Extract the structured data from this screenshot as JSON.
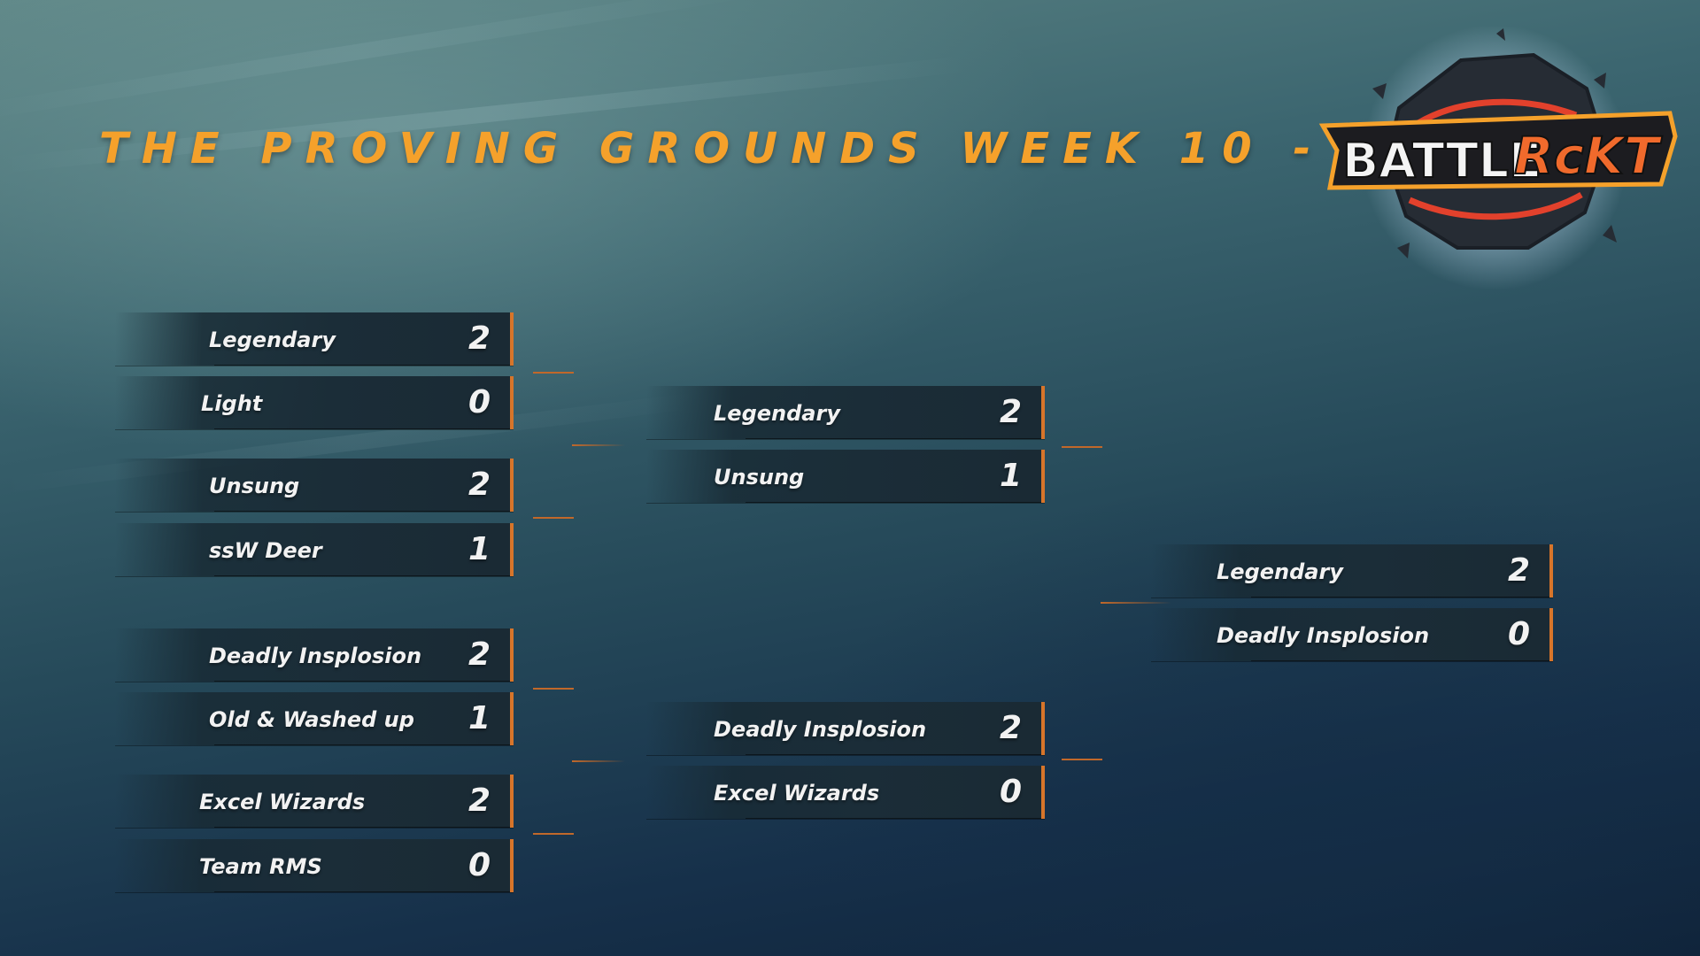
{
  "title": "THE PROVING GROUNDS WEEK 10 - NA",
  "logo": {
    "wordmark_left": "BATTLE",
    "wordmark_right": "RcKT"
  },
  "colors": {
    "accent": "#f5a12b",
    "border": "#d7752a",
    "line": "#c1682a",
    "slot": "#1b2d38",
    "text": "#f2f2f2"
  },
  "rounds": {
    "quarterfinals": [
      {
        "team": "Legendary",
        "score": "2"
      },
      {
        "team": "Light",
        "score": "0"
      },
      {
        "team": "Unsung",
        "score": "2"
      },
      {
        "team": "ssW Deer",
        "score": "1"
      },
      {
        "team": "Deadly Insplosion",
        "score": "2"
      },
      {
        "team": "Old & Washed up",
        "score": "1"
      },
      {
        "team": "Excel Wizards",
        "score": "2"
      },
      {
        "team": "Team RMS",
        "score": "0"
      }
    ],
    "semifinals": [
      {
        "team": "Legendary",
        "score": "2"
      },
      {
        "team": "Unsung",
        "score": "1"
      },
      {
        "team": "Deadly Insplosion",
        "score": "2"
      },
      {
        "team": "Excel Wizards",
        "score": "0"
      }
    ],
    "final": [
      {
        "team": "Legendary",
        "score": "2"
      },
      {
        "team": "Deadly Insplosion",
        "score": "0"
      }
    ]
  }
}
